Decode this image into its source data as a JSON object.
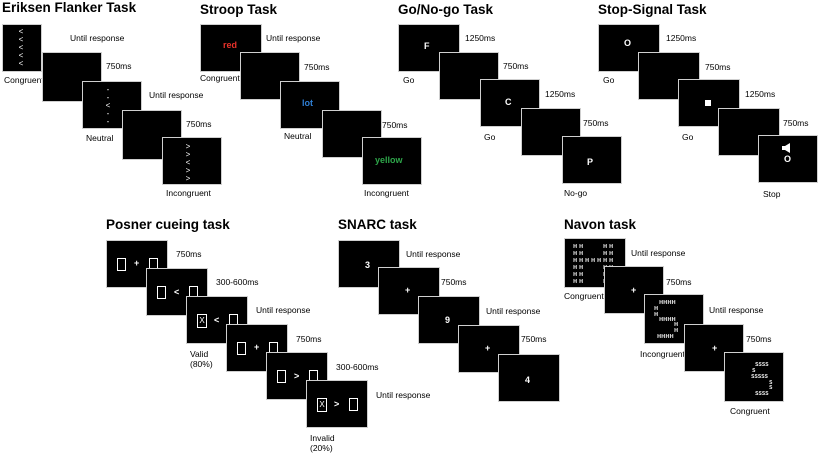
{
  "eriksen": {
    "title": "Eriksen Flanker Task",
    "screens": [
      {
        "label": "Congruent",
        "timing": "Until response",
        "stimulus": "<<<<<"
      },
      {
        "label": "",
        "timing": "750ms",
        "stimulus": ""
      },
      {
        "label": "Neutral",
        "timing": "Until response",
        "stimulus": "--<--"
      },
      {
        "label": "",
        "timing": "750ms",
        "stimulus": ""
      },
      {
        "label": "Incongruent",
        "timing": "",
        "stimulus": ">><>>"
      }
    ]
  },
  "stroop": {
    "title": "Stroop Task",
    "screens": [
      {
        "label": "Congruent",
        "timing": "Until response",
        "word": "red",
        "color": "#e8322a"
      },
      {
        "label": "",
        "timing": "750ms",
        "word": ""
      },
      {
        "label": "Neutral",
        "timing": "",
        "word": "lot",
        "color": "#2f7fd4"
      },
      {
        "label": "",
        "timing": "750ms",
        "word": ""
      },
      {
        "label": "Incongruent",
        "timing": "",
        "word": "yellow",
        "color": "#2ea64a"
      }
    ]
  },
  "gonogo": {
    "title": "Go/No-go Task",
    "screens": [
      {
        "label": "Go",
        "timing": "1250ms",
        "letter": "F"
      },
      {
        "label": "",
        "timing": "750ms",
        "letter": ""
      },
      {
        "label": "Go",
        "timing": "1250ms",
        "letter": "C"
      },
      {
        "label": "",
        "timing": "750ms",
        "letter": ""
      },
      {
        "label": "No-go",
        "timing": "",
        "letter": "P"
      }
    ]
  },
  "stopsignal": {
    "title": "Stop-Signal Task",
    "screens": [
      {
        "label": "Go",
        "timing": "1250ms",
        "stimulus": "O"
      },
      {
        "label": "",
        "timing": "750ms",
        "stimulus": ""
      },
      {
        "label": "Go",
        "timing": "1250ms",
        "stimulus": "square"
      },
      {
        "label": "",
        "timing": "750ms",
        "stimulus": ""
      },
      {
        "label": "Stop",
        "timing": "",
        "stimulus": "O",
        "signal": "speaker-icon"
      }
    ]
  },
  "posner": {
    "title": "Posner cueing task",
    "screens": [
      {
        "label": "",
        "timing": "750ms",
        "center": "+"
      },
      {
        "label": "",
        "timing": "300-600ms",
        "center": "<"
      },
      {
        "label": "Valid\n(80%)",
        "timing": "Until response",
        "center": "<",
        "target": "X",
        "target_side": "left"
      },
      {
        "label": "",
        "timing": "750ms",
        "center": "+"
      },
      {
        "label": "",
        "timing": "300-600ms",
        "center": ">"
      },
      {
        "label": "Invalid\n(20%)",
        "timing": "Until response",
        "center": ">",
        "target": "X",
        "target_side": "left"
      }
    ]
  },
  "snarc": {
    "title": "SNARC task",
    "screens": [
      {
        "timing": "Until response",
        "stimulus": "3"
      },
      {
        "timing": "750ms",
        "stimulus": "+"
      },
      {
        "timing": "Until response",
        "stimulus": "9"
      },
      {
        "timing": "750ms",
        "stimulus": "+"
      },
      {
        "timing": "",
        "stimulus": "4"
      }
    ]
  },
  "navon": {
    "title": "Navon task",
    "screens": [
      {
        "label": "Congruent",
        "timing": "Until response",
        "global": "H",
        "local": "H"
      },
      {
        "label": "",
        "timing": "750ms",
        "center": "+"
      },
      {
        "label": "Incongruent",
        "timing": "Until response",
        "global": "S",
        "local": "H"
      },
      {
        "label": "",
        "timing": "750ms",
        "center": "+"
      },
      {
        "label": "Congruent",
        "timing": "",
        "global": "S",
        "local": "S"
      }
    ]
  }
}
